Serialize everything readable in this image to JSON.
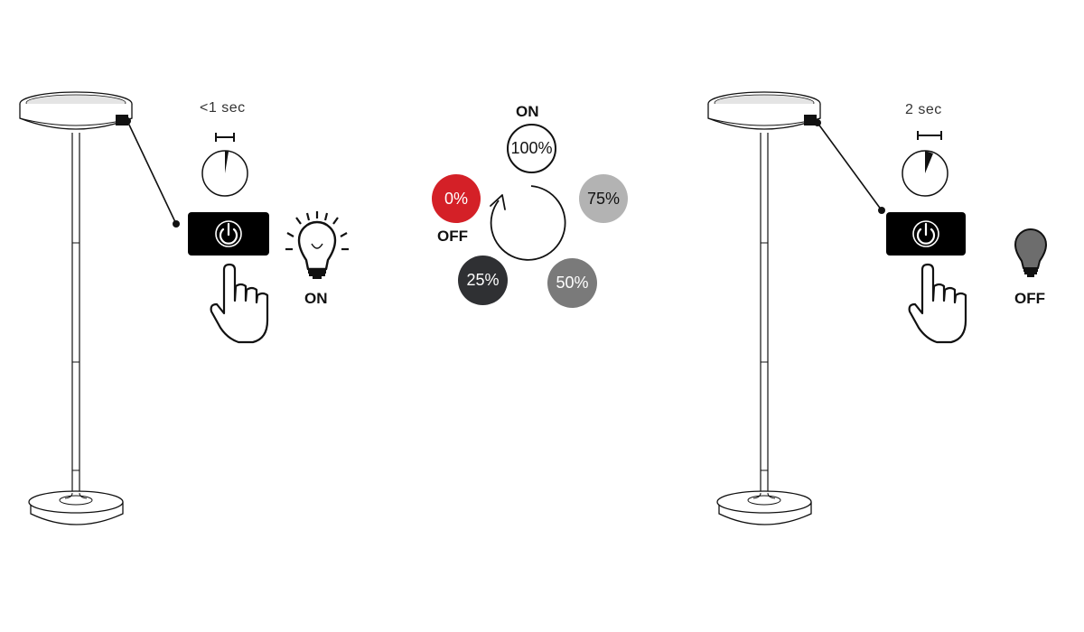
{
  "left_panel": {
    "press_time": "<1 sec",
    "bulb_state": "ON"
  },
  "cycle": {
    "steps": [
      {
        "label": "100%",
        "caption": "ON",
        "color": "#ffffff"
      },
      {
        "label": "75%",
        "caption": "",
        "color": "#b3b3b3"
      },
      {
        "label": "50%",
        "caption": "",
        "color": "#7a7a7a"
      },
      {
        "label": "25%",
        "caption": "",
        "color": "#2f3033"
      },
      {
        "label": "0%",
        "caption": "OFF",
        "color": "#d42027"
      }
    ]
  },
  "right_panel": {
    "press_time": "2 sec",
    "bulb_state": "OFF"
  },
  "colors": {
    "line": "#111111",
    "button": "#000000",
    "accent_red": "#d42027"
  },
  "icons": [
    "floor-lamp-icon",
    "stopwatch-icon",
    "power-icon",
    "hand-pointer-icon",
    "light-bulb-on-icon",
    "light-bulb-off-icon",
    "cycle-arrow-icon"
  ]
}
